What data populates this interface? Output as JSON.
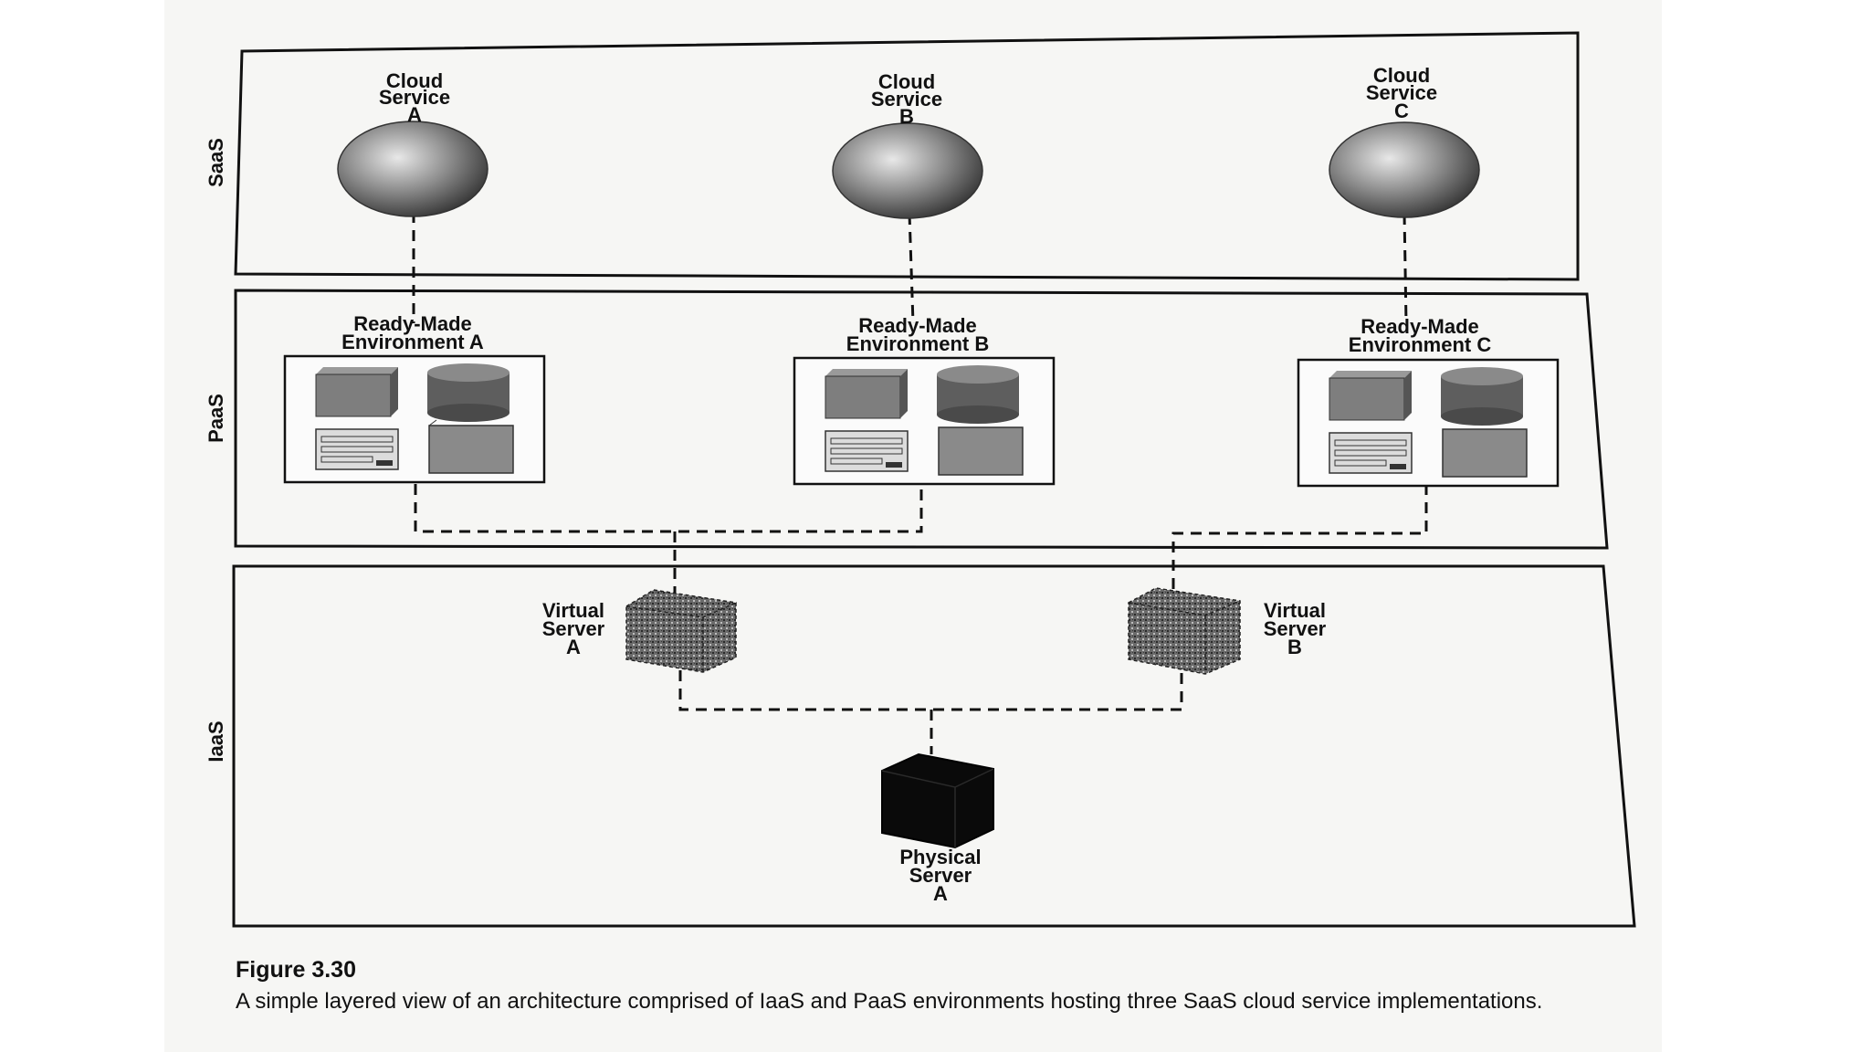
{
  "layers": {
    "saas": "SaaS",
    "paas": "PaaS",
    "iaas": "IaaS"
  },
  "cloud_services": [
    {
      "lines": [
        "Cloud",
        "Service",
        "A"
      ]
    },
    {
      "lines": [
        "Cloud",
        "Service",
        "B"
      ]
    },
    {
      "lines": [
        "Cloud",
        "Service",
        "C"
      ]
    }
  ],
  "environments": [
    {
      "lines": [
        "Ready-Made",
        "Environment A"
      ]
    },
    {
      "lines": [
        "Ready-Made",
        "Environment B"
      ]
    },
    {
      "lines": [
        "Ready-Made",
        "Environment C"
      ]
    }
  ],
  "virtual_servers": [
    {
      "lines": [
        "Virtual",
        "Server",
        "A"
      ]
    },
    {
      "lines": [
        "Virtual",
        "Server",
        "B"
      ]
    }
  ],
  "physical_server": {
    "lines": [
      "Physical",
      "Server",
      "A"
    ]
  },
  "caption": {
    "title": "Figure 3.30",
    "text": "A simple layered view of an architecture comprised of IaaS and PaaS environments hosting three SaaS cloud service implementations."
  },
  "colors": {
    "ink": "#111111",
    "paper": "#f6f6f4",
    "sphere": "#8a8a8a",
    "physical": "#0a0a0a"
  }
}
